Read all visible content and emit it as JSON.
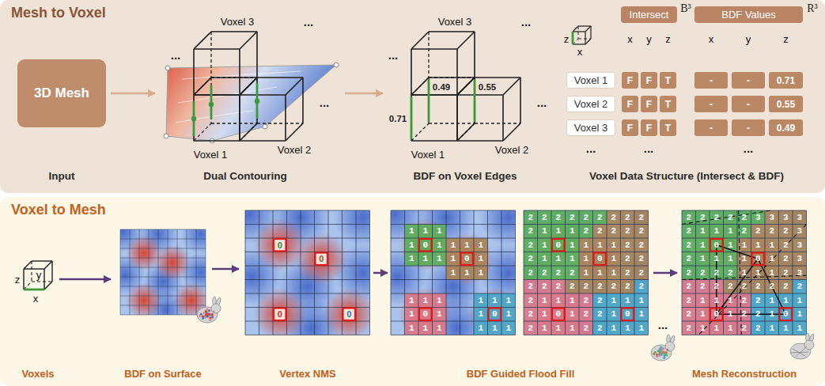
{
  "diagram": {
    "nodes": [
      {
        "text": [
          "Mesh to Voxel"
        ]
      },
      {
        "text": [
          "3D Mesh"
        ],
        "in": 0
      },
      {
        "text": [
          "Intersect"
        ],
        "in": 0
      },
      {
        "text": [
          "BDF Values"
        ],
        "in": 0
      },
      {
        "text": [
          "Voxel 1"
        ],
        "in": 0
      },
      {
        "text": [
          "F"
        ],
        "in": 0
      },
      {
        "text": [
          "F"
        ],
        "in": 0
      },
      {
        "text": [
          "T"
        ],
        "in": 0
      },
      {
        "text": [
          "-"
        ],
        "in": 0
      },
      {
        "text": [
          "-"
        ],
        "in": 0
      },
      {
        "text": [
          "0.71"
        ],
        "in": 0
      },
      {
        "text": [
          "Voxel 2"
        ],
        "in": 0
      },
      {
        "text": [
          "F"
        ],
        "in": 0
      },
      {
        "text": [
          "F"
        ],
        "in": 0
      },
      {
        "text": [
          "T"
        ],
        "in": 0
      },
      {
        "text": [
          "-"
        ],
        "in": 0
      },
      {
        "text": [
          "-"
        ],
        "in": 0
      },
      {
        "text": [
          "0.55"
        ],
        "in": 0
      },
      {
        "text": [
          "Voxel 3"
        ],
        "in": 0
      },
      {
        "text": [
          "F"
        ],
        "in": 0
      },
      {
        "text": [
          "F"
        ],
        "in": 0
      },
      {
        "text": [
          "T"
        ],
        "in": 0
      },
      {
        "text": [
          "-"
        ],
        "in": 0
      },
      {
        "text": [
          "-"
        ],
        "in": 0
      },
      {
        "text": [
          "0.49"
        ],
        "in": 0
      },
      {
        "text": [
          "Voxel to Mesh"
        ]
      }
    ],
    "labels": [
      "...",
      "Voxel 3",
      "...",
      "Voxel 1",
      "Voxel 2",
      "...",
      "...",
      "Voxel 3",
      "...",
      "0.71",
      "0.49",
      "0.55",
      "Voxel 1",
      "Voxel 2",
      "...",
      "Input",
      "Dual Contouring",
      "BDF on Voxel Edges",
      "Voxel Data Structure (Intersect & BDF)",
      "z",
      "x",
      "B³",
      "R³",
      "x",
      "y",
      "z",
      "x",
      "y",
      "z",
      "...",
      "...",
      "...",
      "z",
      "y",
      "x",
      "Voxels",
      "BDF on Surface",
      "Vertex NMS",
      "BDF Guided Flood Fill",
      "Mesh Reconstruction",
      "0",
      "0",
      "0",
      "0",
      "...",
      "1 1 1",
      "1 0 1 1 1 1",
      "1 1 1 1 0 1",
      "1 1 1",
      "1 1 1",
      "1 1 1",
      "1 0 1",
      "1 0 1",
      "1 1 1",
      "1 1 1",
      "2 2 2 2 2 2 2 2 2",
      "2 1 1 1 2 2 2 2 2",
      "2 1 0 1 1 1 1 2 2",
      "2 1 1 1 1 0 1 2 2",
      "2 2 2 2 1 1 1 2 2",
      "2 2 2 2 2 2 2 2 2",
      "2 1 1 1 2 2 1 1 1",
      "2 1 0 1 2 2 1 0 1",
      "2 1 1 1 2 2 1 1 1",
      "2 2 2 2 2 3 3 3 3",
      "2 1 1 1 2 2 2 2 3",
      "2 1 0 1 1 1 1 2 3",
      "2 1 1 1 1 0 1 2 3",
      "2 2 2 2 1 1 1 2 3",
      "2 2 2 2 2 2 2 2 2",
      "2 1 1 1 2 2 1 1 1",
      "2 1 0 1 2 2 1 0 1",
      "2 1 1 1 2 2 1 1 1"
    ]
  }
}
